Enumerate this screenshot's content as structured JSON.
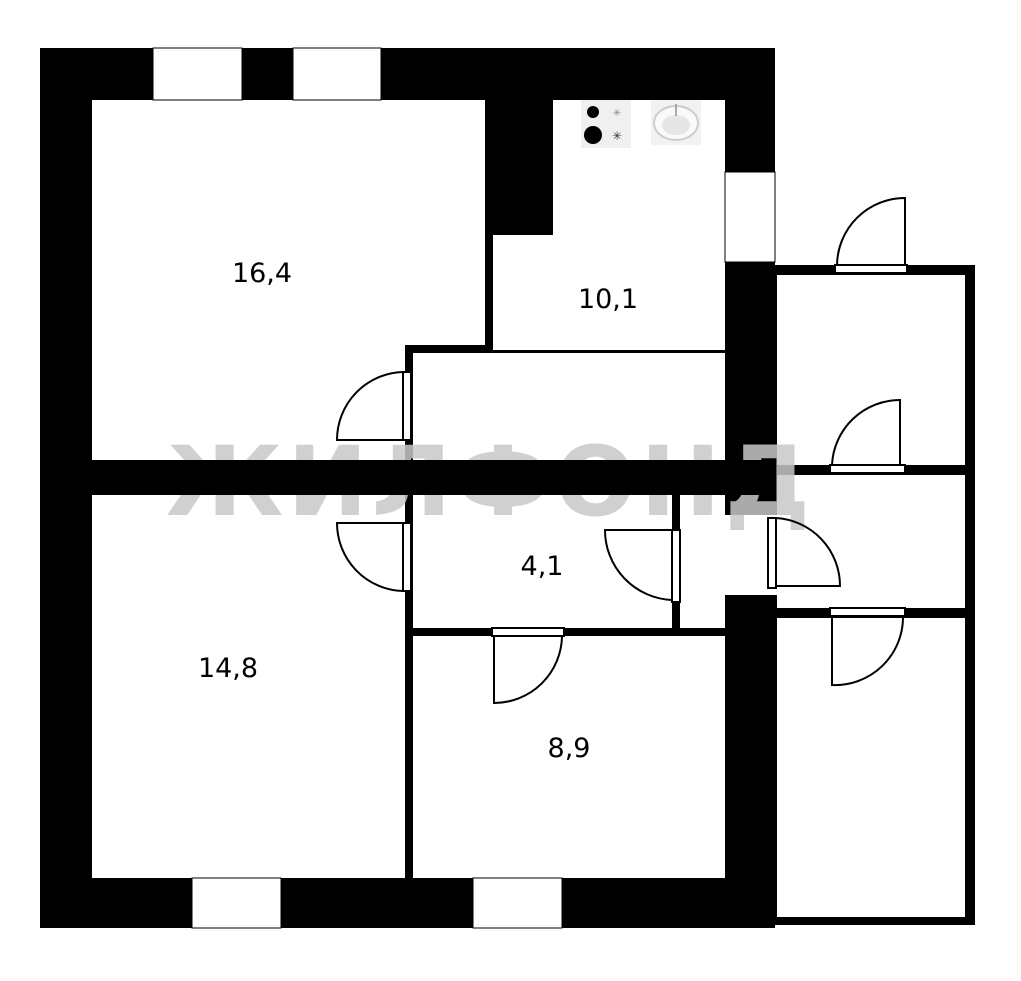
{
  "plan": {
    "watermark": "ЖИЛФОНД",
    "rooms": [
      {
        "id": "room-1",
        "area": "16,4"
      },
      {
        "id": "kitchen",
        "area": "10,1"
      },
      {
        "id": "corridor",
        "area": "4,1"
      },
      {
        "id": "room-2",
        "area": "14,8"
      },
      {
        "id": "room-3",
        "area": "8,9"
      }
    ],
    "fixtures": [
      "stove-icon",
      "sink-icon"
    ],
    "colors": {
      "wall": "#000000",
      "floor": "#ffffff",
      "watermark": "#c8c8c8"
    }
  }
}
